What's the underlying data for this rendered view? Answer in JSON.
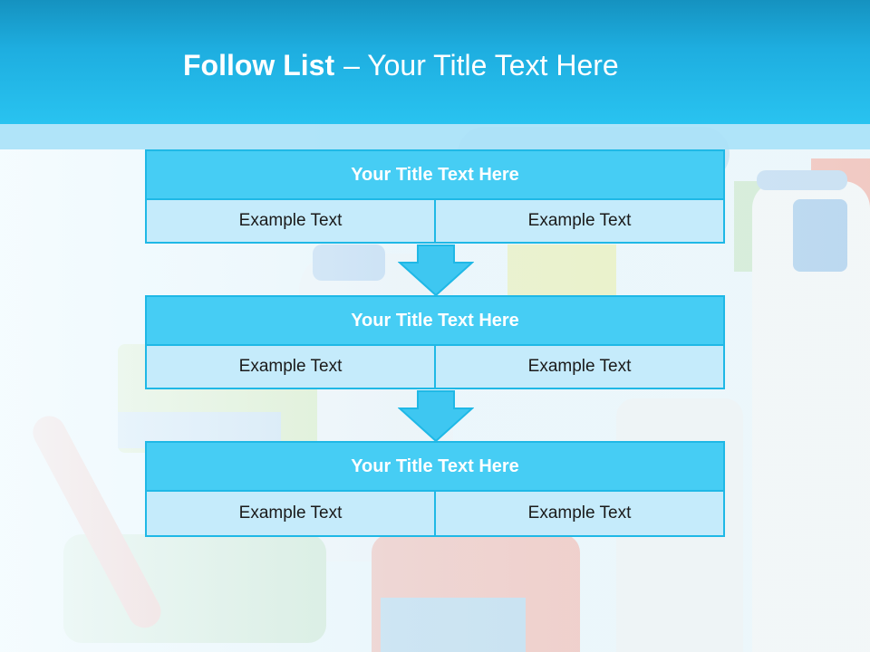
{
  "header": {
    "title_bold": "Follow List",
    "title_rest": "– Your Title Text Here"
  },
  "steps": [
    {
      "title": "Your Title Text Here",
      "left": "Example Text",
      "right": "Example Text"
    },
    {
      "title": "Your Title Text Here",
      "left": "Example Text",
      "right": "Example Text"
    },
    {
      "title": "Your Title Text Here",
      "left": "Example Text",
      "right": "Example Text"
    }
  ],
  "colors": {
    "header_blue": "#29c3f0",
    "box_title": "#46cdf4",
    "box_cell": "#c5ebfb",
    "border": "#1fb8e6"
  }
}
